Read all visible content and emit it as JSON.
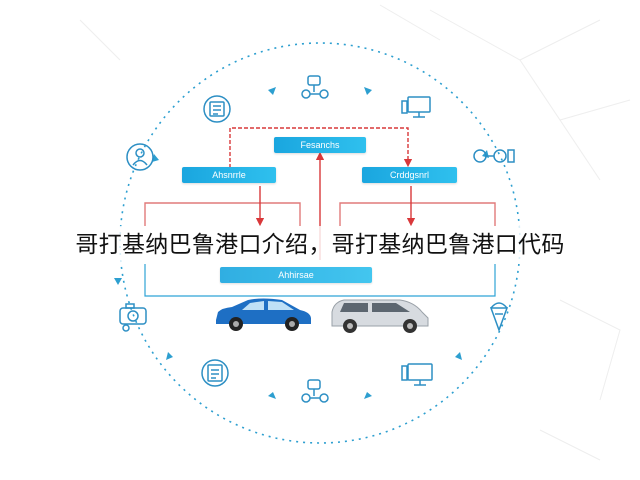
{
  "diagram": {
    "top_box_label": "Fesanchs",
    "left_box_label": "Ahsnrrle",
    "right_box_label": "Crddgsnrl",
    "bottom_box_label": "Ahhirsae"
  },
  "caption": {
    "text": "哥打基纳巴鲁港口介绍，哥打基纳巴鲁港口代码"
  },
  "colors": {
    "accent": "#1aa6df",
    "arrow_red": "#d9383a",
    "ring": "#2d9fd0",
    "car_blue": "#1e6fc4",
    "car_silver": "#c8cdd3"
  },
  "icons": [
    "document-icon",
    "robot-icon",
    "monitor-icon",
    "person-icon",
    "glasses-icon",
    "camera-icon",
    "ice-cream-icon",
    "clipboard-icon",
    "robot-bottom-icon",
    "monitor-bottom-icon",
    "blue-car-icon",
    "silver-car-icon"
  ]
}
